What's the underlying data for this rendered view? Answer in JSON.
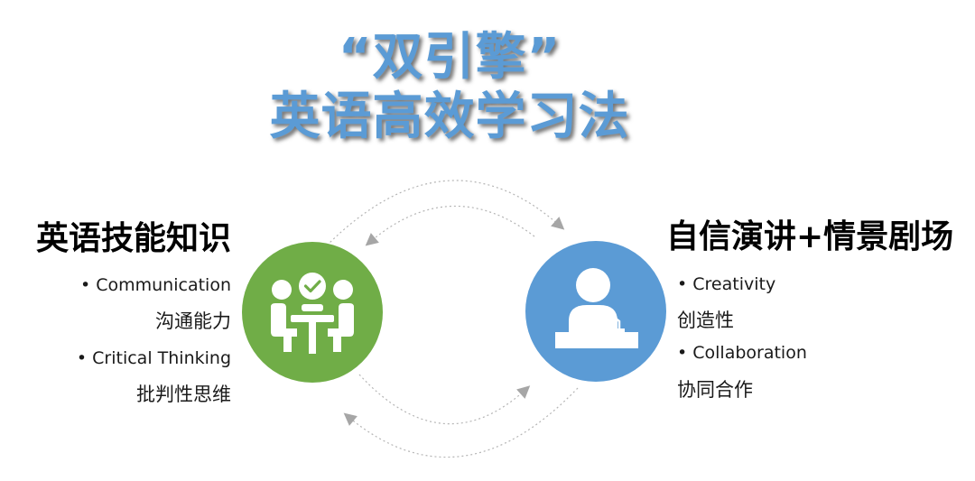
{
  "title": {
    "line1": "“双引擎”",
    "line2": "英语高效学习法"
  },
  "left": {
    "heading": "英语技能知识",
    "items": [
      {
        "en": "• Communication",
        "zh": "沟通能力"
      },
      {
        "en": "• Critical Thinking",
        "zh": "批判性思维"
      }
    ],
    "circle_color": "#70ad47",
    "icon": "team-meeting-icon"
  },
  "right": {
    "heading": "自信演讲+情景剧场",
    "items": [
      {
        "en": "• Creativity",
        "zh": "创造性"
      },
      {
        "en": "• Collaboration",
        "zh": "协同合作"
      }
    ],
    "circle_color": "#5b9bd5",
    "icon": "speaker-podium-icon"
  },
  "colors": {
    "title": "#5b9bd5",
    "arrow": "#a6a6a6",
    "icon": "#ffffff"
  }
}
